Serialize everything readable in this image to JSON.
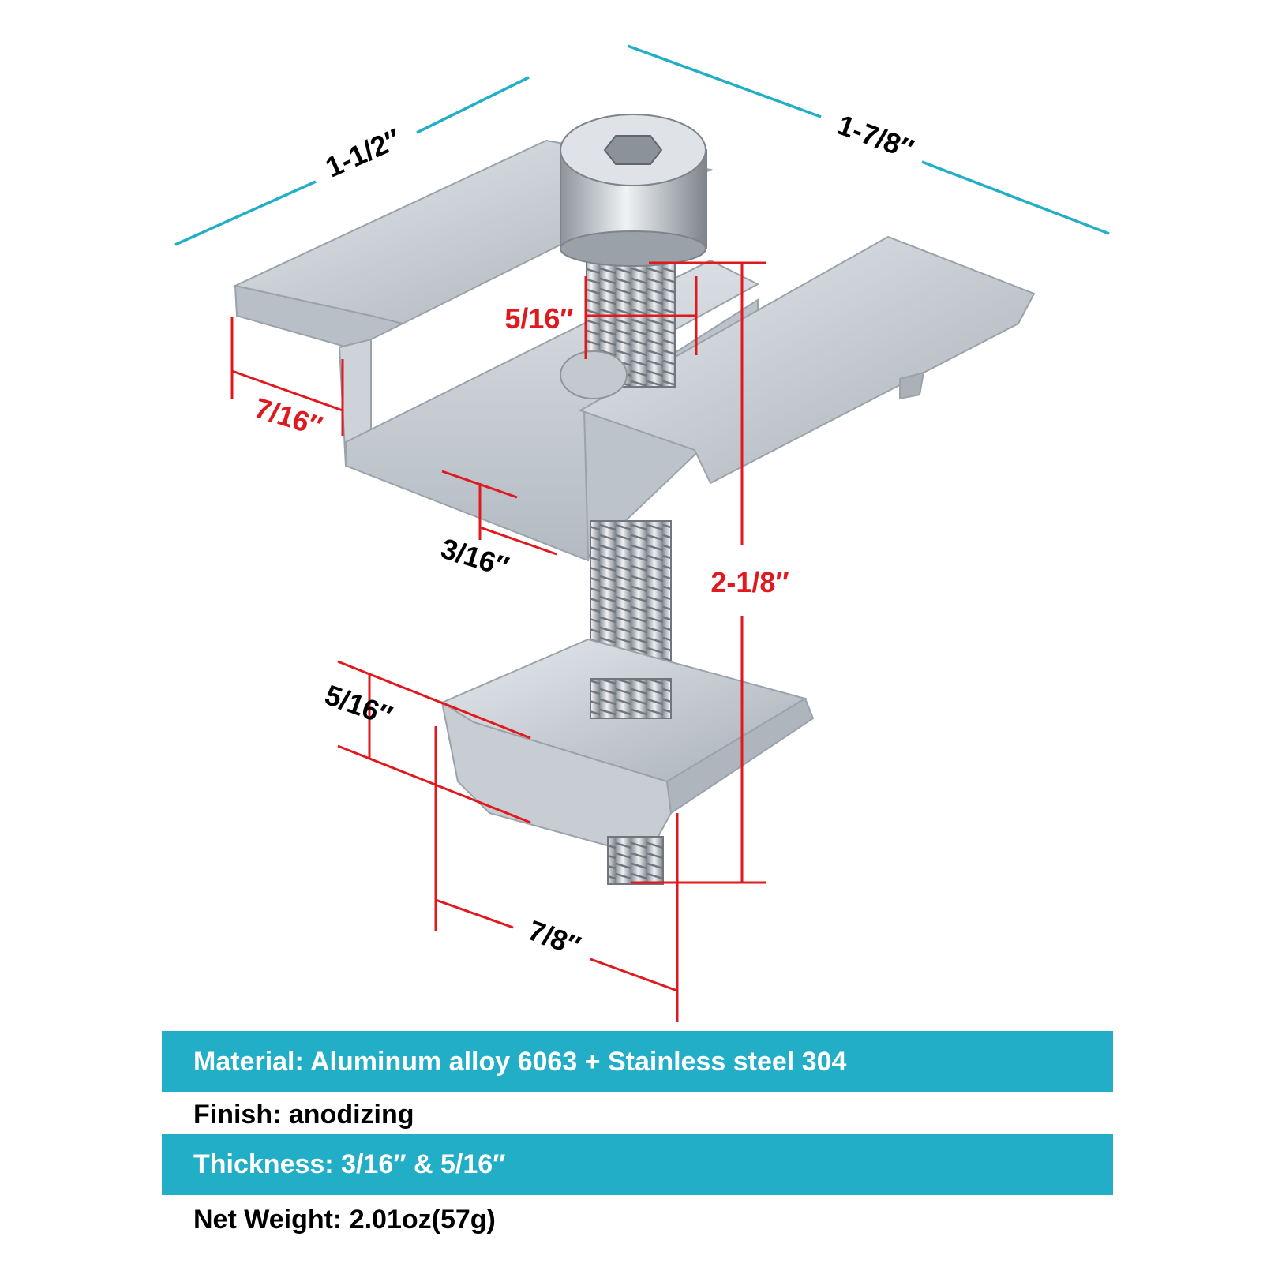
{
  "colors": {
    "accent_blue": "#23aec8",
    "dimension_red": "#e0191e",
    "aluminum": "#c9cfd5",
    "text": "#000000"
  },
  "dimensions": {
    "top_left_width": "1-1/2″",
    "top_right_length": "1-7/8″",
    "bolt_diameter": "5/16″",
    "flange_height": "7/16″",
    "base_thickness": "3/16″",
    "overall_height": "2-1/8″",
    "nut_thickness": "5/16″",
    "nut_width": "7/8″"
  },
  "specs": [
    {
      "text": "Material: Aluminum alloy 6063 + Stainless steel 304",
      "style": "band"
    },
    {
      "text": "Finish: anodizing",
      "style": "plain"
    },
    {
      "text": "Thickness: 3/16″ & 5/16″",
      "style": "band"
    },
    {
      "text": "Net Weight: 2.01oz(57g)",
      "style": "plain"
    }
  ]
}
